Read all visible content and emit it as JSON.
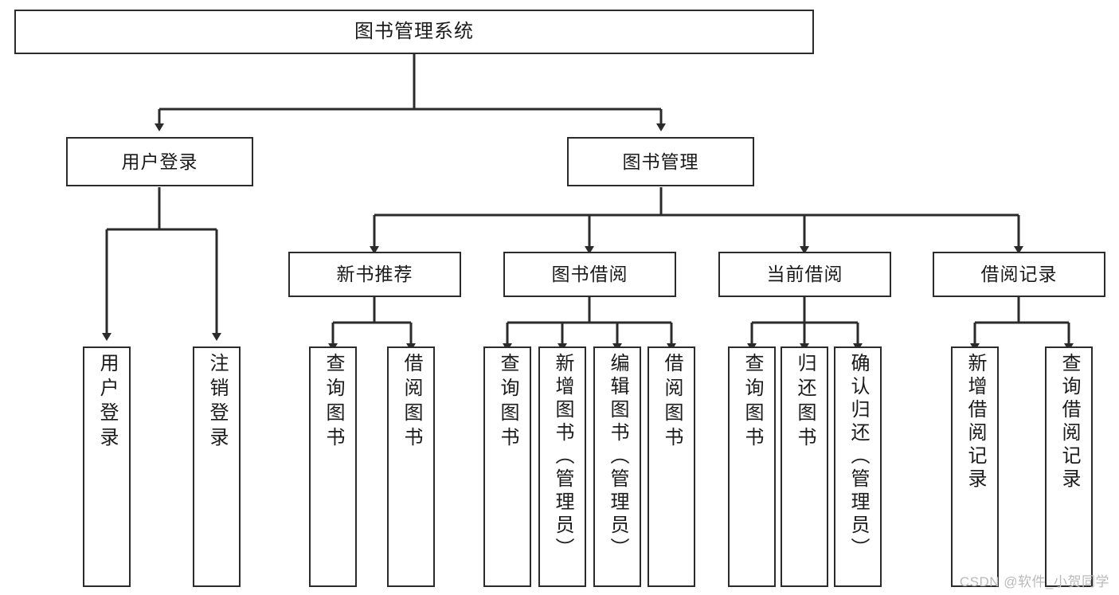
{
  "diagram": {
    "title": "图书管理系统",
    "type": "tree",
    "watermark": "CSDN @软件_小贺同学",
    "colors": {
      "border": "#2b2b2b",
      "text": "#1a1a1a",
      "background": "#ffffff",
      "connector": "#2b2b2b",
      "watermark": "#b9b9b9"
    },
    "levels": [
      {
        "level": 1,
        "nodes": [
          {
            "id": "root",
            "label": "图书管理系统",
            "orientation": "horizontal"
          }
        ]
      },
      {
        "level": 2,
        "nodes": [
          {
            "id": "user-login",
            "label": "用户登录",
            "orientation": "horizontal",
            "parent": "root"
          },
          {
            "id": "book-manage",
            "label": "图书管理",
            "orientation": "horizontal",
            "parent": "root"
          }
        ]
      },
      {
        "level": 3,
        "nodes": [
          {
            "id": "new-book-rec",
            "label": "新书推荐",
            "orientation": "horizontal",
            "parent": "book-manage"
          },
          {
            "id": "book-borrow",
            "label": "图书借阅",
            "orientation": "horizontal",
            "parent": "book-manage"
          },
          {
            "id": "current-borrow",
            "label": "当前借阅",
            "orientation": "horizontal",
            "parent": "book-manage"
          },
          {
            "id": "borrow-record",
            "label": "借阅记录",
            "orientation": "horizontal",
            "parent": "book-manage"
          }
        ]
      },
      {
        "level": 4,
        "nodes": [
          {
            "id": "leaf-user-login",
            "label": "用户登录",
            "orientation": "vertical",
            "parent": "user-login"
          },
          {
            "id": "leaf-logout",
            "label": "注销登录",
            "orientation": "vertical",
            "parent": "user-login"
          },
          {
            "id": "leaf-query-book-1",
            "label": "查询图书",
            "orientation": "vertical",
            "parent": "new-book-rec"
          },
          {
            "id": "leaf-borrow-book-1",
            "label": "借阅图书",
            "orientation": "vertical",
            "parent": "new-book-rec"
          },
          {
            "id": "leaf-query-book-2",
            "label": "查询图书",
            "orientation": "vertical",
            "parent": "book-borrow"
          },
          {
            "id": "leaf-add-book",
            "label": "新增图书（管理员）",
            "orientation": "vertical",
            "parent": "book-borrow"
          },
          {
            "id": "leaf-edit-book",
            "label": "编辑图书（管理员）",
            "orientation": "vertical",
            "parent": "book-borrow"
          },
          {
            "id": "leaf-borrow-book-2",
            "label": "借阅图书",
            "orientation": "vertical",
            "parent": "book-borrow"
          },
          {
            "id": "leaf-query-book-3",
            "label": "查询图书",
            "orientation": "vertical",
            "parent": "current-borrow"
          },
          {
            "id": "leaf-return-book",
            "label": "归还图书",
            "orientation": "vertical",
            "parent": "current-borrow"
          },
          {
            "id": "leaf-confirm-return",
            "label": "确认归还（管理员）",
            "orientation": "vertical",
            "parent": "current-borrow"
          },
          {
            "id": "leaf-add-record",
            "label": "新增借阅记录",
            "orientation": "vertical",
            "parent": "borrow-record"
          },
          {
            "id": "leaf-query-record",
            "label": "查询借阅记录",
            "orientation": "vertical",
            "parent": "borrow-record"
          }
        ]
      }
    ]
  }
}
